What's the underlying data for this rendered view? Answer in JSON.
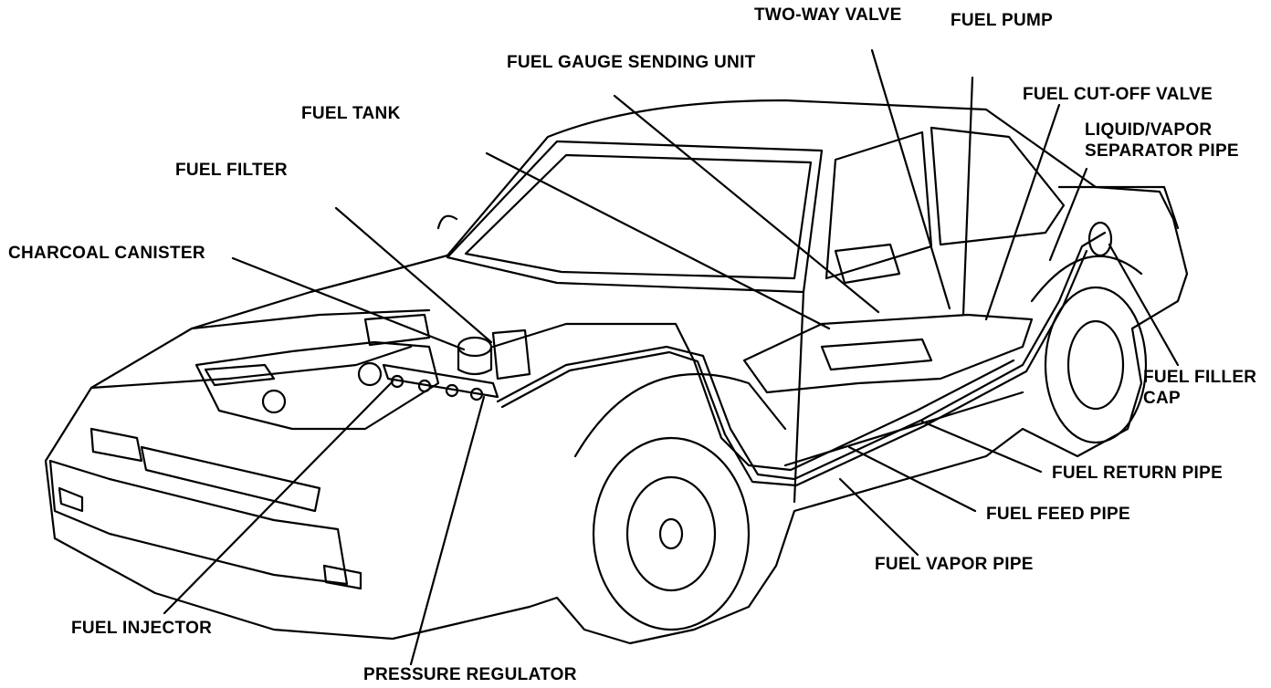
{
  "colors": {
    "ink": "#000000",
    "paper": "#ffffff"
  },
  "labels": {
    "two_way_valve": "TWO-WAY VALVE",
    "fuel_pump": "FUEL PUMP",
    "fuel_gauge_sending_unit": "FUEL GAUGE SENDING UNIT",
    "fuel_cut_off_valve": "FUEL CUT-OFF VALVE",
    "liquid_vapor_line1": "LIQUID/VAPOR",
    "liquid_vapor_line2": "SEPARATOR PIPE",
    "fuel_tank": "FUEL TANK",
    "fuel_filter": "FUEL FILTER",
    "charcoal_canister": "CHARCOAL CANISTER",
    "fuel_filler_cap_line1": "FUEL FILLER",
    "fuel_filler_cap_line2": "CAP",
    "fuel_return_pipe": "FUEL RETURN PIPE",
    "fuel_feed_pipe": "FUEL FEED PIPE",
    "fuel_vapor_pipe": "FUEL VAPOR PIPE",
    "fuel_injector": "FUEL INJECTOR",
    "pressure_regulator": "PRESSURE REGULATOR"
  }
}
